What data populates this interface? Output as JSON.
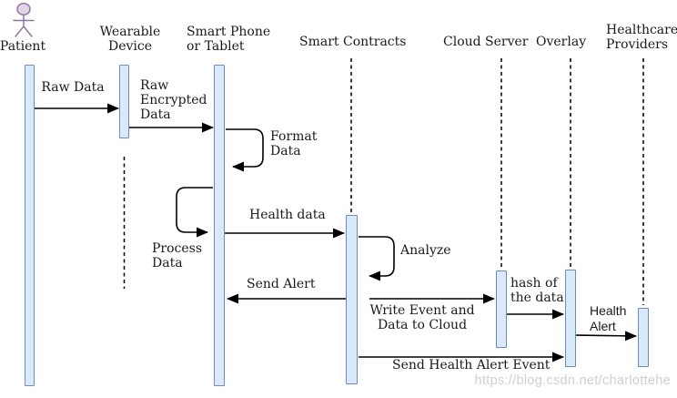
{
  "diagram": {
    "type": "uml-sequence-diagram",
    "actors": {
      "patient": {
        "label": "Patient"
      },
      "wearable": {
        "label": "Wearable\nDevice"
      },
      "smartphone": {
        "label": "Smart Phone\nor Tablet"
      },
      "contracts": {
        "label": "Smart Contracts"
      },
      "cloud": {
        "label": "Cloud Server"
      },
      "overlay": {
        "label": "Overlay"
      },
      "healthcare": {
        "label": "Healthcare\nProviders"
      }
    },
    "messages": {
      "raw_data": {
        "label": "Raw Data",
        "from": "Patient",
        "to": "Wearable Device"
      },
      "raw_encrypted": {
        "label": "Raw\nEncrypted\nData",
        "from": "Wearable Device",
        "to": "Smart Phone or Tablet"
      },
      "format_data": {
        "label": "Format\nData",
        "from": "Smart Phone or Tablet",
        "to": "Smart Phone or Tablet",
        "kind": "self"
      },
      "process_data": {
        "label": "Process\nData",
        "from": "Smart Phone or Tablet",
        "to": "Smart Phone or Tablet",
        "kind": "self"
      },
      "health_data": {
        "label": "Health data",
        "from": "Smart Phone or Tablet",
        "to": "Smart Contracts"
      },
      "analyze": {
        "label": "Analyze",
        "from": "Smart Contracts",
        "to": "Smart Contracts",
        "kind": "self"
      },
      "send_alert": {
        "label": "Send Alert",
        "from": "Smart Contracts",
        "to": "Smart Phone or Tablet"
      },
      "write_event": {
        "label": "Write Event and\nData to Cloud",
        "from": "Smart Contracts",
        "to": "Cloud Server"
      },
      "hash_data": {
        "label": "hash of\nthe data",
        "from": "Cloud Server",
        "to": "Overlay"
      },
      "send_health_alert_event": {
        "label": "Send Health Alert Event",
        "from": "Smart Contracts",
        "to": "Overlay"
      },
      "health_alert": {
        "label": "Health\nAlert",
        "from": "Overlay",
        "to": "Healthcare Providers"
      }
    },
    "colors": {
      "activation_fill": "#dae8fc",
      "activation_border": "#6c8ebf",
      "actor_stroke": "#9673a6",
      "actor_head_fill": "#e1d5e7",
      "message_line": "#000000",
      "watermark_text": "#cfcfcf"
    },
    "watermark": "https://blog.csdn.net/charlottehe"
  }
}
